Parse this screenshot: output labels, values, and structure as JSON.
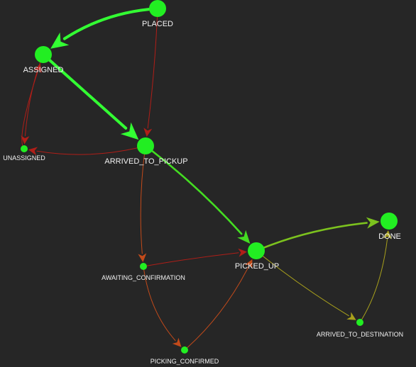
{
  "diagram": {
    "nodes": [
      {
        "id": "placed",
        "label": "PLACED",
        "size": "large"
      },
      {
        "id": "assigned",
        "label": "ASSIGNED",
        "size": "large"
      },
      {
        "id": "unassigned",
        "label": "UNASSIGNED",
        "size": "small"
      },
      {
        "id": "arrived_to_pickup",
        "label": "ARRIVED_TO_PICKUP",
        "size": "large"
      },
      {
        "id": "awaiting_confirmation",
        "label": "AWAITING_CONFIRMATION",
        "size": "small"
      },
      {
        "id": "picked_up",
        "label": "PICKED_UP",
        "size": "large"
      },
      {
        "id": "done",
        "label": "DONE",
        "size": "large"
      },
      {
        "id": "arrived_to_destination",
        "label": "ARRIVED_TO_DESTINATION",
        "size": "small"
      },
      {
        "id": "picking_confirmed",
        "label": "PICKING_CONFIRMED",
        "size": "small"
      }
    ],
    "edges": [
      {
        "from": "placed",
        "to": "assigned",
        "color": "#33ff33",
        "weight": "heavy"
      },
      {
        "from": "placed",
        "to": "arrived_to_pickup",
        "color": "#b01e18",
        "weight": "thin"
      },
      {
        "from": "assigned",
        "to": "arrived_to_pickup",
        "color": "#33ff33",
        "weight": "heavy"
      },
      {
        "from": "assigned",
        "to": "unassigned",
        "color": "#b01e18",
        "weight": "thin"
      },
      {
        "from": "unassigned",
        "to": "assigned",
        "color": "#b01e18",
        "weight": "thin"
      },
      {
        "from": "arrived_to_pickup",
        "to": "unassigned",
        "color": "#b01e18",
        "weight": "thin"
      },
      {
        "from": "arrived_to_pickup",
        "to": "picked_up",
        "color": "#44dd22",
        "weight": "medium"
      },
      {
        "from": "arrived_to_pickup",
        "to": "awaiting_confirmation",
        "color": "#c24a1a",
        "weight": "thin"
      },
      {
        "from": "awaiting_confirmation",
        "to": "picked_up",
        "color": "#b01e18",
        "weight": "thin"
      },
      {
        "from": "awaiting_confirmation",
        "to": "picking_confirmed",
        "color": "#c24a1a",
        "weight": "thin"
      },
      {
        "from": "picking_confirmed",
        "to": "picked_up",
        "color": "#c24a1a",
        "weight": "thin"
      },
      {
        "from": "picked_up",
        "to": "done",
        "color": "#7cc21e",
        "weight": "medium"
      },
      {
        "from": "picked_up",
        "to": "arrived_to_destination",
        "color": "#a8a01c",
        "weight": "thin"
      },
      {
        "from": "arrived_to_destination",
        "to": "done",
        "color": "#a8a01c",
        "weight": "thin"
      }
    ]
  }
}
